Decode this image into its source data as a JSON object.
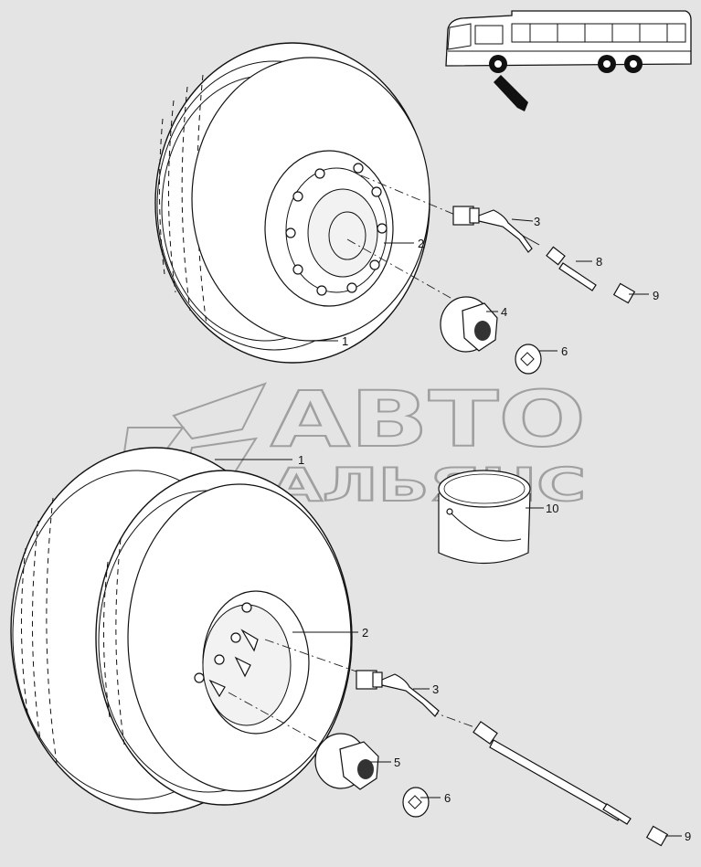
{
  "diagram": {
    "callouts": {
      "upper": [
        "3",
        "2",
        "8",
        "9",
        "4",
        "1",
        "6"
      ],
      "lower": [
        "1",
        "10",
        "2",
        "3",
        "5",
        "6",
        "9"
      ]
    },
    "watermark": {
      "line1": "АВТО",
      "line2": "АЛЬЯНС"
    }
  }
}
